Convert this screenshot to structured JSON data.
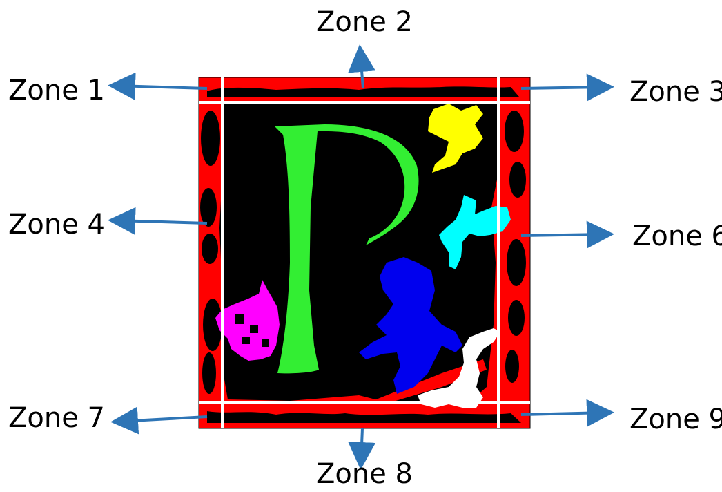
{
  "zones": [
    {
      "id": "zone-1",
      "label": "Zone 1"
    },
    {
      "id": "zone-2",
      "label": "Zone 2"
    },
    {
      "id": "zone-3",
      "label": "Zone 3"
    },
    {
      "id": "zone-4",
      "label": "Zone 4"
    },
    {
      "id": "zone-6",
      "label": "Zone 6"
    },
    {
      "id": "zone-7",
      "label": "Zone 7"
    },
    {
      "id": "zone-8",
      "label": "Zone 8"
    },
    {
      "id": "zone-9",
      "label": "Zone 9"
    }
  ],
  "colors": {
    "border_background": "#ff0000",
    "interior": "#000000",
    "letter_p": "#33ee33",
    "yellow_region": "#ffff00",
    "cyan_region": "#00ffff",
    "blue_region": "#0000ee",
    "magenta_region": "#ff00ff",
    "white_region": "#ffffff",
    "grid_lines": "#ffffff",
    "arrows": "#2e75b6",
    "text": "#000000"
  }
}
